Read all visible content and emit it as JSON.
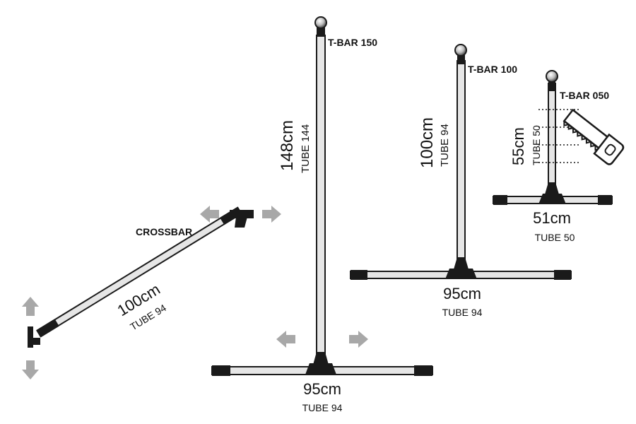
{
  "colors": {
    "tube_fill": "#e6e6e6",
    "tube_stroke": "#1a1a1a",
    "cap": "#1a1a1a",
    "arrow": "#a8a8a8",
    "ball": "#cccccc"
  },
  "icons": {
    "saw": "hand-saw-icon",
    "arrow": "move-arrow-icon"
  },
  "tbar150": {
    "title": "T-BAR 150",
    "upright_length": "148cm",
    "upright_tube": "TUBE 144",
    "base_length": "95cm",
    "base_tube": "TUBE 94"
  },
  "tbar100": {
    "title": "T-BAR 100",
    "upright_length": "100cm",
    "upright_tube": "TUBE 94",
    "base_length": "95cm",
    "base_tube": "TUBE 94"
  },
  "tbar050": {
    "title": "T-BAR 050",
    "upright_length": "55cm",
    "upright_tube": "TUBE 50",
    "base_length": "51cm",
    "base_tube": "TUBE 50"
  },
  "crossbar": {
    "title": "CROSSBAR",
    "length": "100cm",
    "tube": "TUBE 94"
  }
}
